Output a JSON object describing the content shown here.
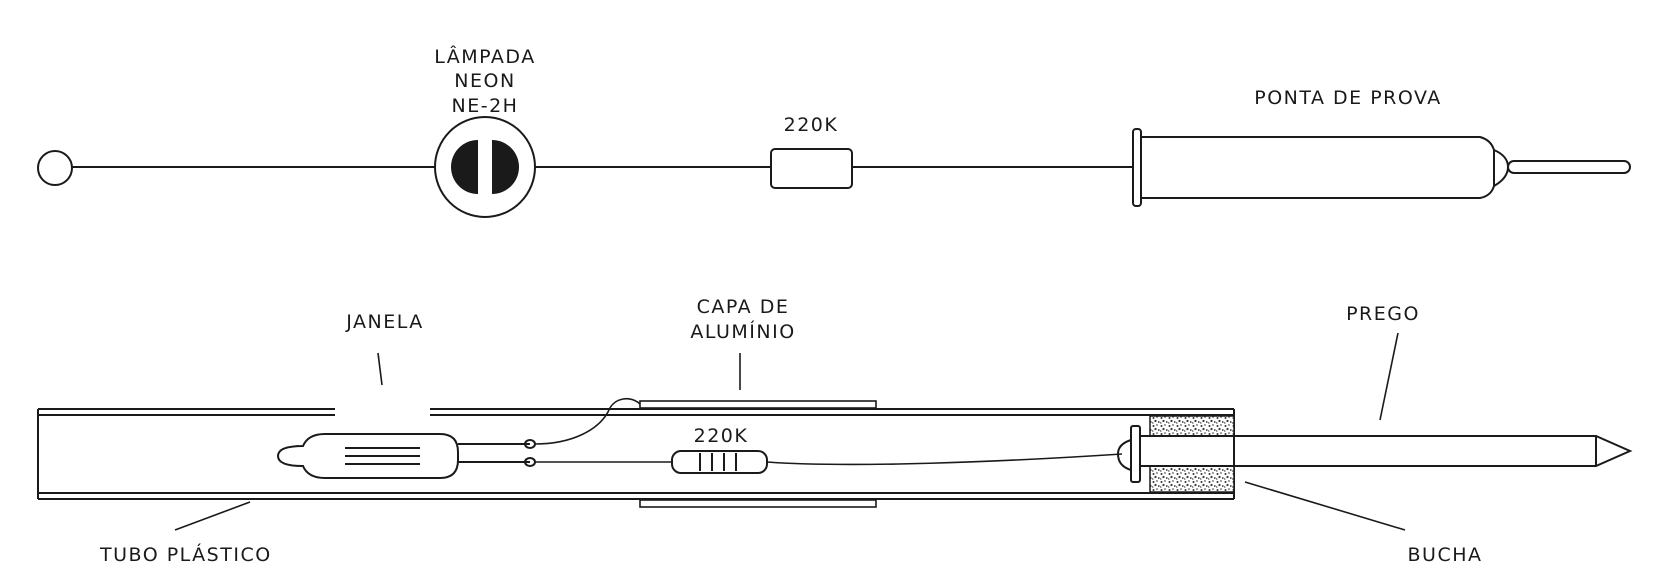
{
  "schematic": {
    "neon_lamp_label": [
      "LÂMPADA",
      "NEON",
      "NE-2H"
    ],
    "resistor_label": "220K",
    "probe_label": "PONTA DE PROVA"
  },
  "assembly": {
    "window_label": "JANELA",
    "aluminum_cap_label": [
      "CAPA DE",
      "ALUMÍNIO"
    ],
    "nail_label": "PREGO",
    "resistor_label": "220K",
    "tube_label": "TUBO PLÁSTICO",
    "bushing_label": "BUCHA"
  },
  "colors": {
    "ink": "#1a1a1a",
    "paper": "#ffffff"
  }
}
